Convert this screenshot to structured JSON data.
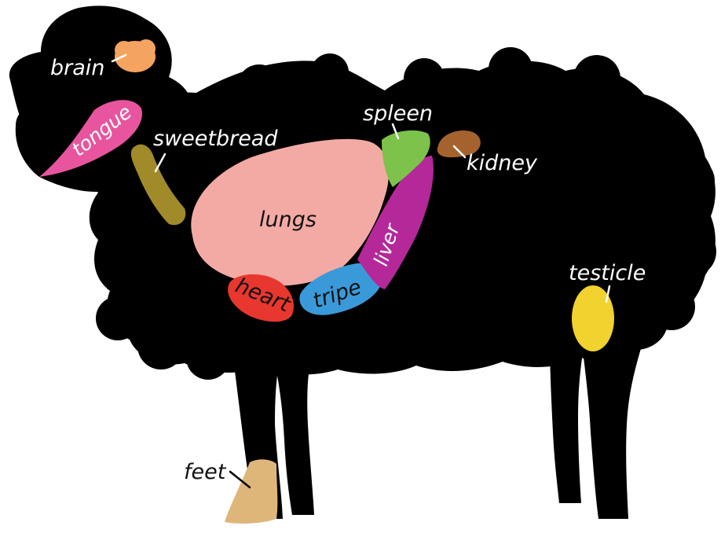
{
  "labels": {
    "brain": "brain",
    "tongue": "tongue",
    "sweetbread": "sweetbread",
    "lungs": "lungs",
    "heart": "heart",
    "tripe": "tripe",
    "liver": "liver",
    "spleen": "spleen",
    "kidney": "kidney",
    "testicle": "testicle",
    "feet": "feet"
  },
  "colors": {
    "sheep": "#000000",
    "brain": "#f4a460",
    "tongue": "#e8559e",
    "sweetbread": "#a08a2a",
    "lungs": "#f4aaa4",
    "heart": "#e8372e",
    "tripe": "#3a9ad9",
    "liver": "#b5289a",
    "spleen": "#7dc24a",
    "kidney": "#a5622e",
    "testicle": "#f2d22e",
    "feet": "#dfb67a"
  }
}
